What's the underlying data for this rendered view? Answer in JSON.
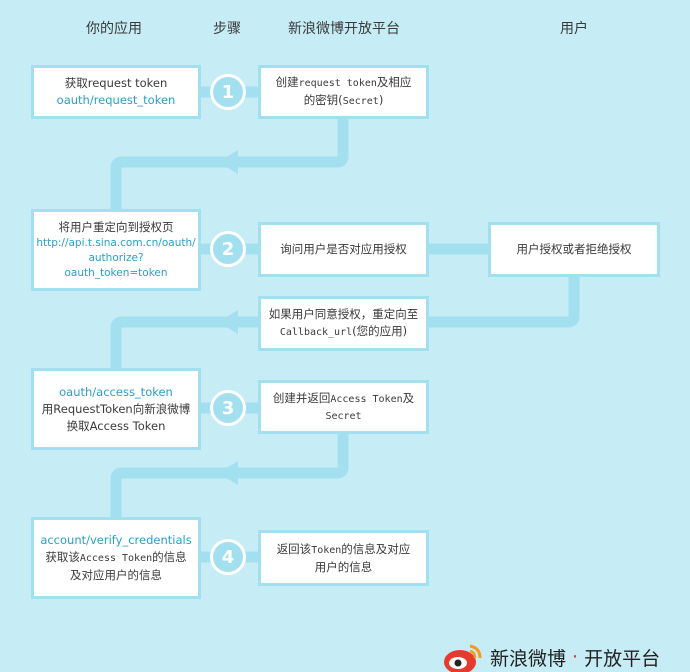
{
  "headers": {
    "your_app": "你的应用",
    "step": "步骤",
    "platform": "新浪微博开放平台",
    "user": "用户"
  },
  "rows": {
    "r1": {
      "app_line1": "获取request token",
      "app_link": "oauth/request_token",
      "step": "1",
      "platform_pre": "创建",
      "platform_mono": "request token",
      "platform_post": "及相应",
      "platform_line2_pre": "的密钥(",
      "platform_line2_mono": "Secret",
      "platform_line2_post": ")"
    },
    "r2": {
      "app_line1": "将用户重定向到授权页",
      "app_link_line1": "http://api.t.sina.com.cn/oauth/",
      "app_link_line2": "authorize?oauth_token=token",
      "step": "2",
      "platform": "询问用户是否对应用授权",
      "user": "用户授权或者拒绝授权",
      "callback_line1": "如果用户同意授权，重定向至",
      "callback_mono": "Callback_url",
      "callback_post": "(您的应用)"
    },
    "r3": {
      "app_link": "oauth/access_token",
      "app_line2": "用RequestToken向新浪微博",
      "app_line3": "换取Access Token",
      "step": "3",
      "platform_pre": "创建并返回",
      "platform_mono": "Access Token",
      "platform_post": "及",
      "platform_line2_mono": "Secret"
    },
    "r4": {
      "app_link": "account/verify_credentials",
      "app_line2_pre": "获取该",
      "app_line2_mono": "Access Token",
      "app_line2_post": "的信息",
      "app_line3": "及对应用户的信息",
      "step": "4",
      "platform_pre": "返回该",
      "platform_mono": "Token",
      "platform_post": "的信息及对应",
      "platform_line2": "用户的信息"
    }
  },
  "logo": {
    "text": "新浪微博",
    "text2": "开放平台"
  },
  "colors": {
    "background": "#c6ecf6",
    "connector": "#a2e0f0",
    "link": "#2a9fc8",
    "logo_red": "#e63a2e"
  }
}
